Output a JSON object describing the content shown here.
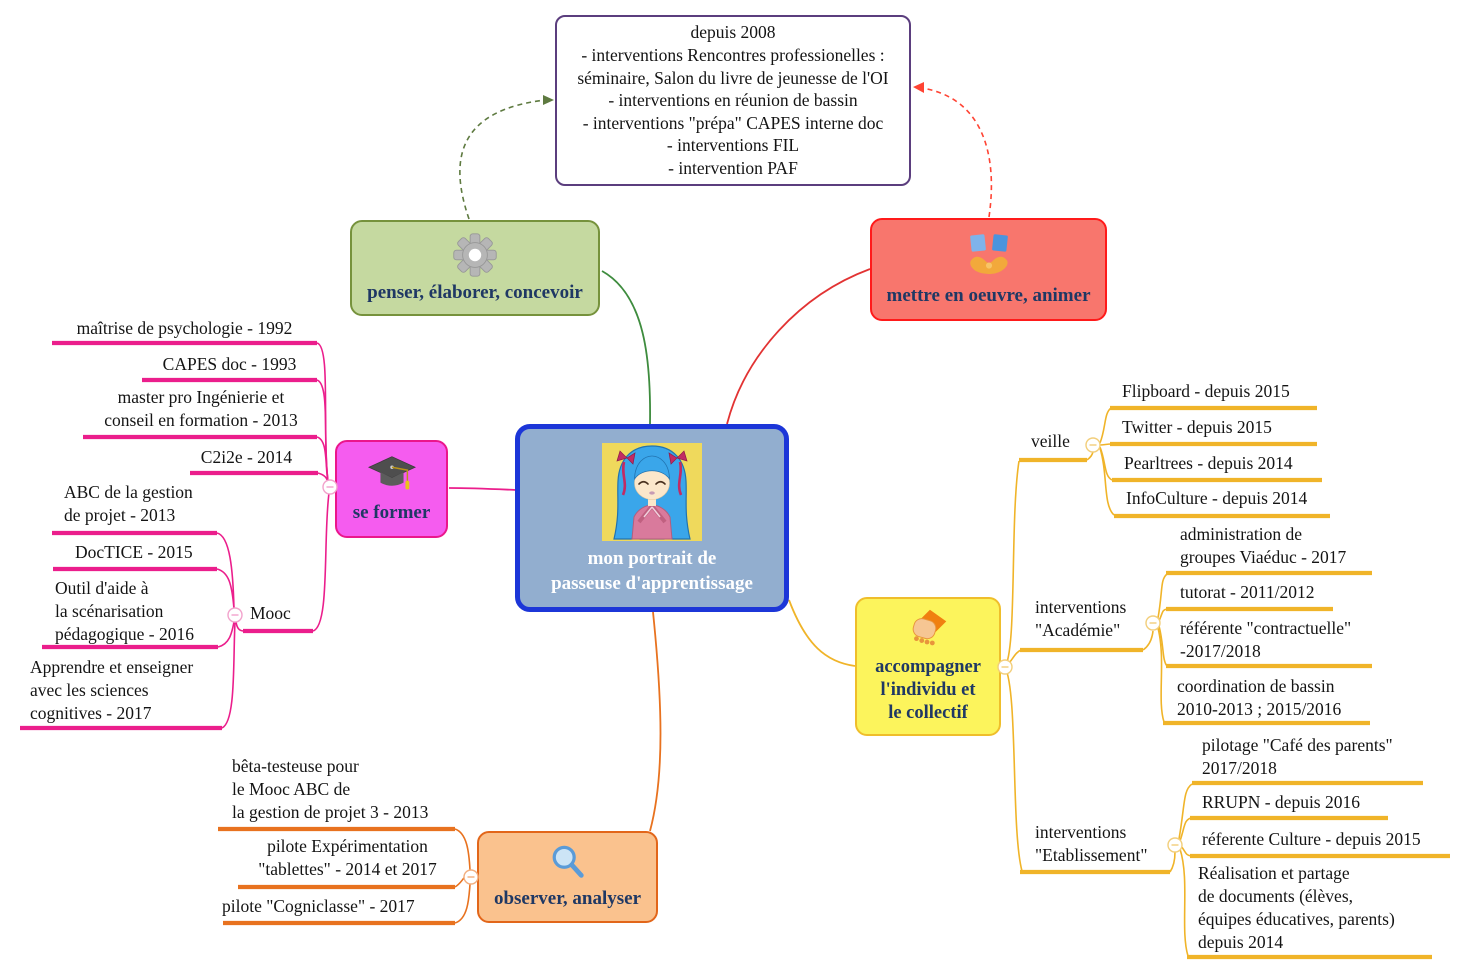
{
  "top_note": {
    "text": "depuis 2008\n- interventions Rencontres professionelles :\nséminaire, Salon du livre de jeunesse de l'OI\n- interventions en réunion de bassin\n- interventions \"prépa\" CAPES interne doc\n- interventions FIL\n- intervention PAF"
  },
  "center": {
    "label": "mon portrait de\npasseuse d'apprentissage",
    "avatar": "anime-girl-avatar"
  },
  "nodes": {
    "penser": {
      "label": "penser, élaborer, concevoir",
      "icon": "gear-icon"
    },
    "mettre": {
      "label": "mettre en oeuvre, animer",
      "icon": "open-book-hand-icon"
    },
    "se_former": {
      "label": "se former",
      "icon": "graduation-cap-icon"
    },
    "accompagner": {
      "label": "accompagner\nl'individu et\nle collectif",
      "icon": "handshake-icon"
    },
    "observer": {
      "label": "observer, analyser",
      "icon": "magnifier-icon"
    }
  },
  "se_former_branch": {
    "items": [
      "maîtrise de psychologie - 1992",
      "CAPES doc - 1993",
      "master pro Ingénierie et\nconseil en formation - 2013",
      "C2i2e - 2014"
    ],
    "mooc": {
      "label": "Mooc",
      "items": [
        "ABC de la gestion\nde projet - 2013",
        "DocTICE - 2015",
        "Outil d'aide à\nla scénarisation\npédagogique - 2016",
        "Apprendre et enseigner\navec les sciences\ncognitives - 2017"
      ]
    }
  },
  "observer_branch": {
    "items": [
      "bêta-testeuse pour\nle Mooc ABC de\nla gestion de projet 3 - 2013",
      "pilote Expérimentation\n\"tablettes\" - 2014 et 2017",
      "pilote \"Cogniclasse\" - 2017"
    ]
  },
  "accompagner_branch": {
    "veille": {
      "label": "veille",
      "items": [
        "Flipboard - depuis 2015",
        "Twitter - depuis 2015",
        "Pearltrees - depuis 2014",
        "InfoCulture - depuis 2014"
      ]
    },
    "academie": {
      "label": "interventions\n\"Académie\"",
      "items": [
        "administration de\ngroupes Viaéduc - 2017",
        "tutorat - 2011/2012",
        "référente \"contractuelle\"\n-2017/2018",
        "coordination de bassin\n2010-2013 ; 2015/2016"
      ]
    },
    "etablissement": {
      "label": "interventions\n\"Etablissement\"",
      "items": [
        "pilotage \"Café des parents\"\n2017/2018",
        "RRUPN - depuis 2016",
        "réferente Culture - depuis 2015",
        "Réalisation et partage\nde documents (élèves,\néquipes éducatives, parents)\ndepuis 2014"
      ]
    }
  },
  "colors": {
    "pink": "#EB1E8C",
    "gold": "#F0B429",
    "orange": "#E8721F",
    "green_border": "#76923C",
    "green_fill": "#C5D9A0",
    "red_border": "#FF1A1A",
    "red_fill": "#F8766D",
    "blue_border": "#1C36D8",
    "blue_fill": "#92AECF",
    "yellow_border": "#EFBE2B",
    "yellow_fill": "#FCF45C",
    "pink_fill": "#F55CEF",
    "orange_fill": "#FAC28E",
    "purple_border": "#5B3E7E",
    "label_navy": "#1F3864"
  }
}
